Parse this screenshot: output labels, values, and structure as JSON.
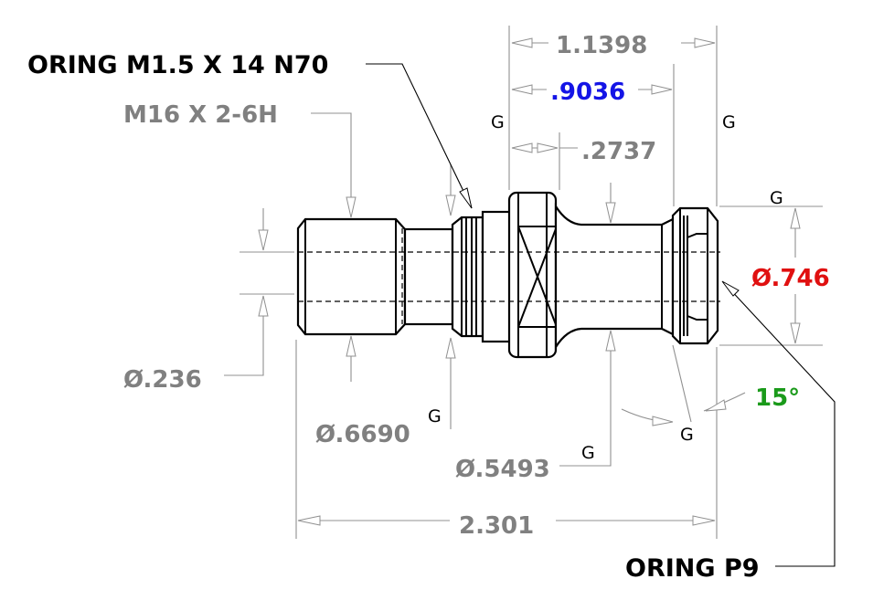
{
  "callouts": {
    "oring_top": "ORING M1.5 X 14 N70",
    "oring_bottom": "ORING P9",
    "thread": "M16 X 2-6H"
  },
  "dimensions": {
    "overall_length": "2.301",
    "length_1": "1.1398",
    "length_2": ".9036",
    "length_3": ".2737",
    "dia_bore": "Ø.236",
    "dia_groove": "Ø.6690",
    "dia_neck": "Ø.5493",
    "dia_head": "Ø.746",
    "angle": "15°"
  },
  "datum": "G",
  "colors": {
    "length_2": "#1414e6",
    "dia_head": "#e01010",
    "angle": "#1a9a1a",
    "dimension": "#808080",
    "callout": "#000000"
  }
}
